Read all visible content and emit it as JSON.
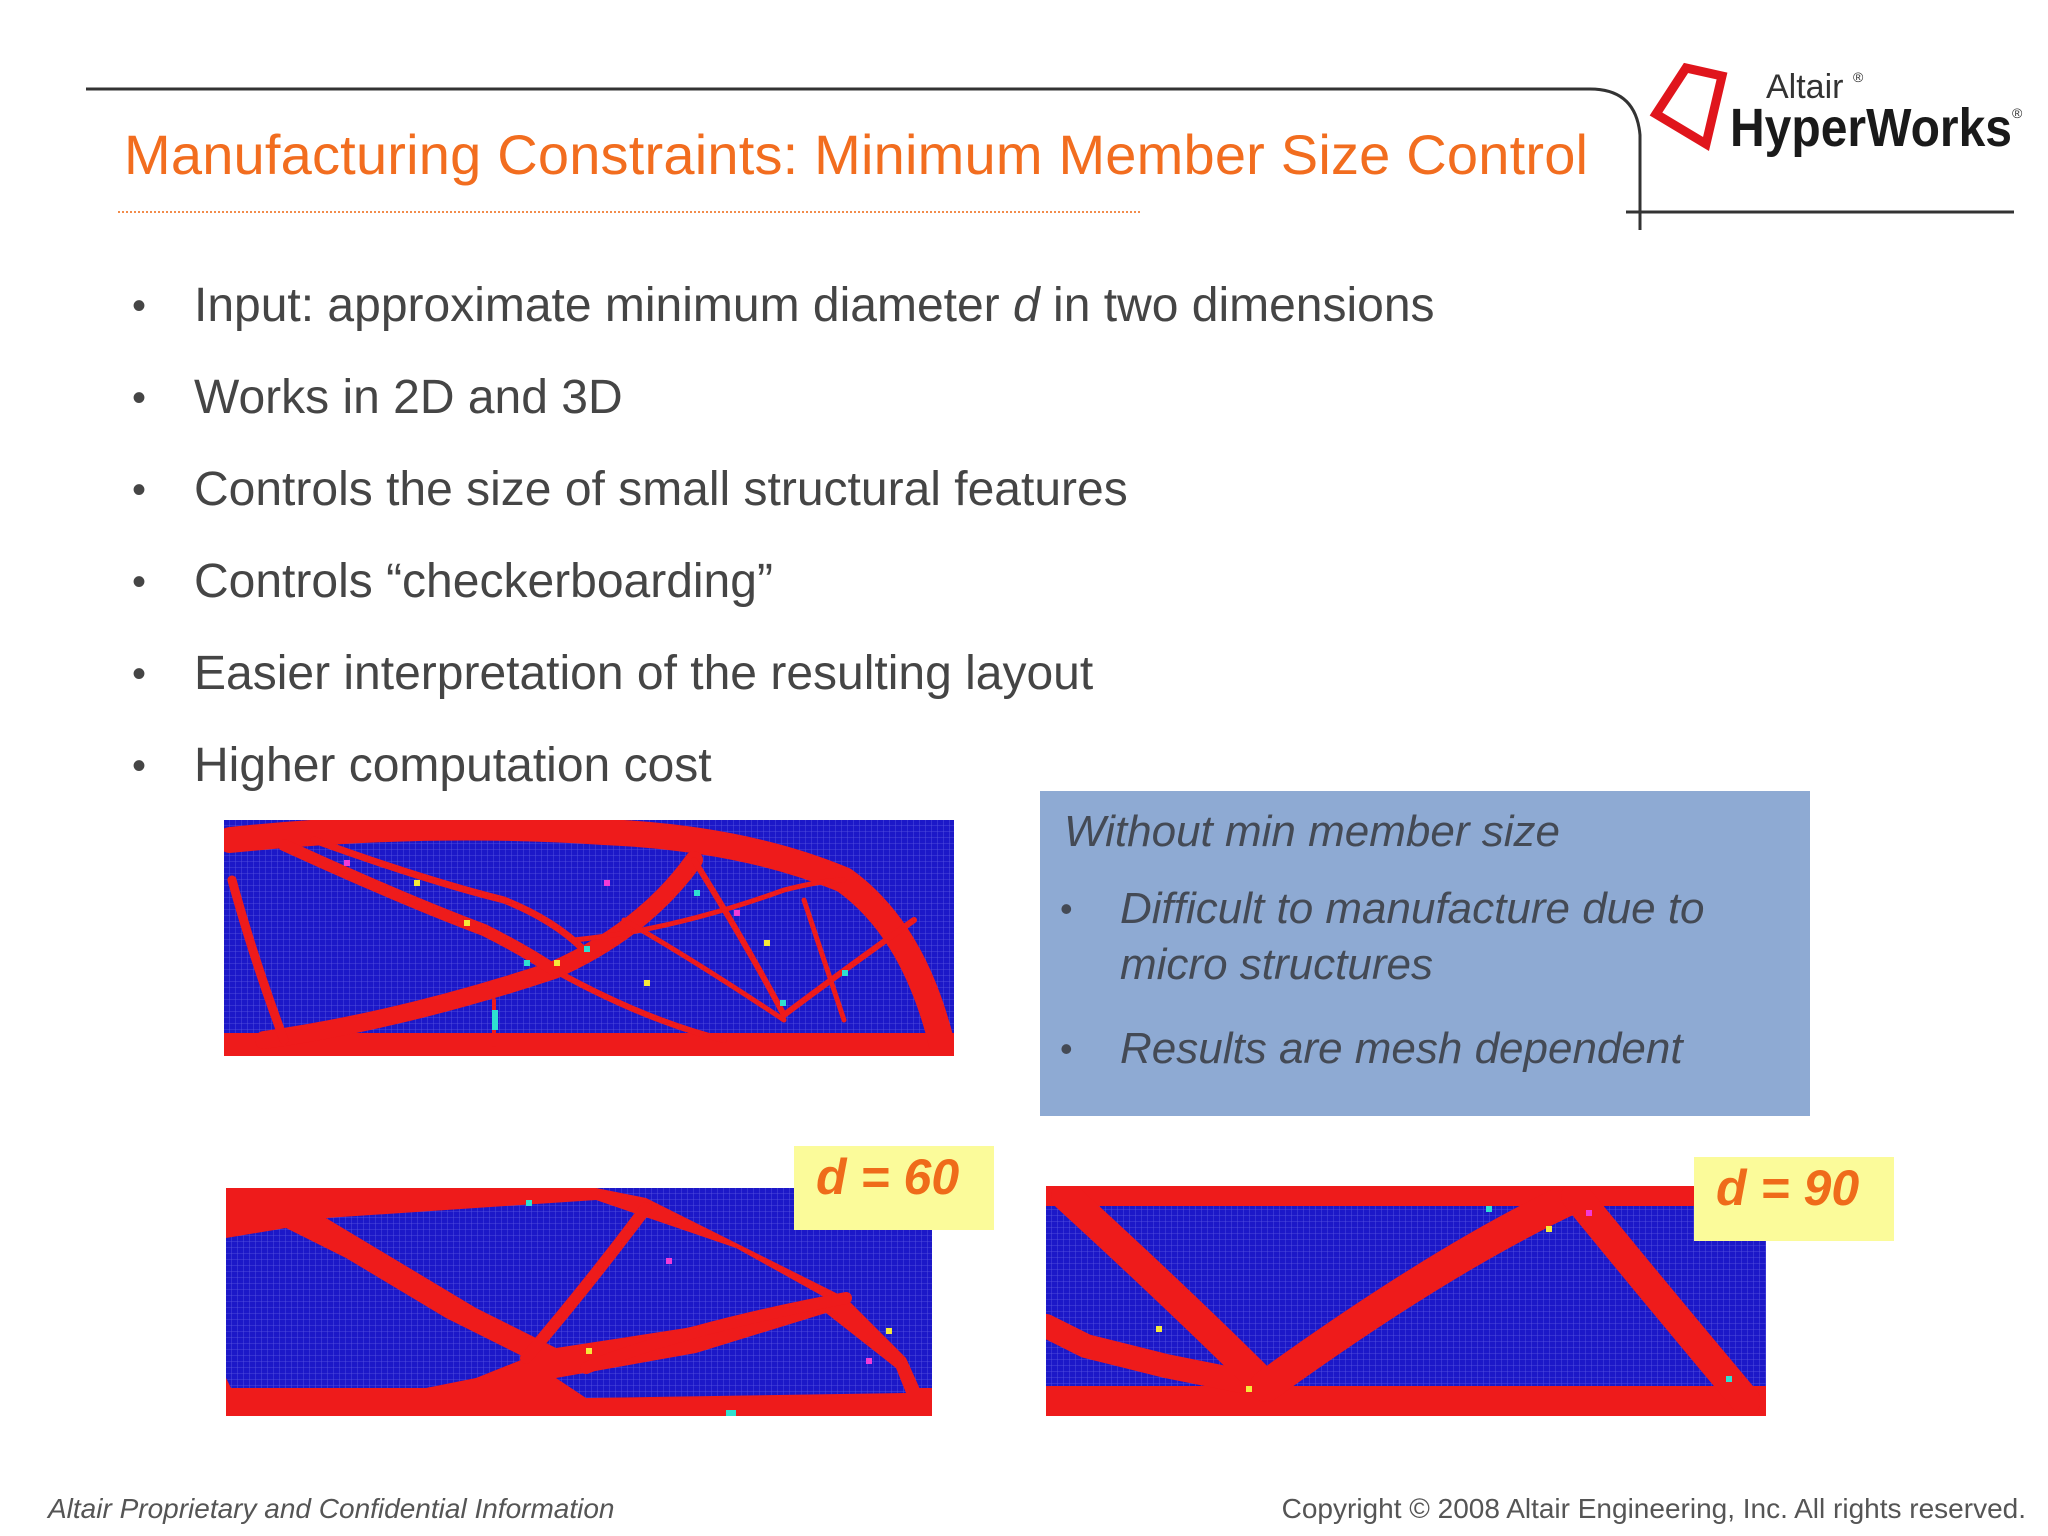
{
  "slide": {
    "title": "Manufacturing Constraints: Minimum Member Size Control",
    "bullets": [
      {
        "pre": "Input: approximate minimum diameter ",
        "em": "d",
        "post": " in two dimensions"
      },
      {
        "text": "Works in 2D and 3D"
      },
      {
        "text": "Controls the size of small structural features"
      },
      {
        "text": "Controls “checkerboarding”"
      },
      {
        "text": "Easier interpretation of the resulting layout"
      },
      {
        "text": "Higher computation cost"
      }
    ]
  },
  "logo": {
    "line1": "Altair",
    "line2": "HyperWorks",
    "mark": "®",
    "icon": "altair-logo-icon"
  },
  "callout": {
    "heading": "Without min member size",
    "bullets": [
      "Difficult to manufacture due to micro structures",
      "Results are mesh dependent"
    ]
  },
  "images": {
    "baseline": {
      "icon": "topology-result-no-min-member-image"
    },
    "d60": {
      "label": "d = 60",
      "icon": "topology-result-d60-image"
    },
    "d90": {
      "label": "d = 90",
      "icon": "topology-result-d90-image"
    }
  },
  "footer": {
    "left": "Altair Proprietary and Confidential Information",
    "right": "Copyright © 2008 Altair Engineering, Inc. All rights reserved."
  },
  "colors": {
    "title": "#f26d1f",
    "text": "#454545",
    "callout_bg": "#8eaad3",
    "label_bg": "#fbfb9a",
    "label_text": "#ef6b1a",
    "void": "#1c18c8",
    "solid": "#ee1b1b",
    "logo_red": "#e0151c"
  }
}
